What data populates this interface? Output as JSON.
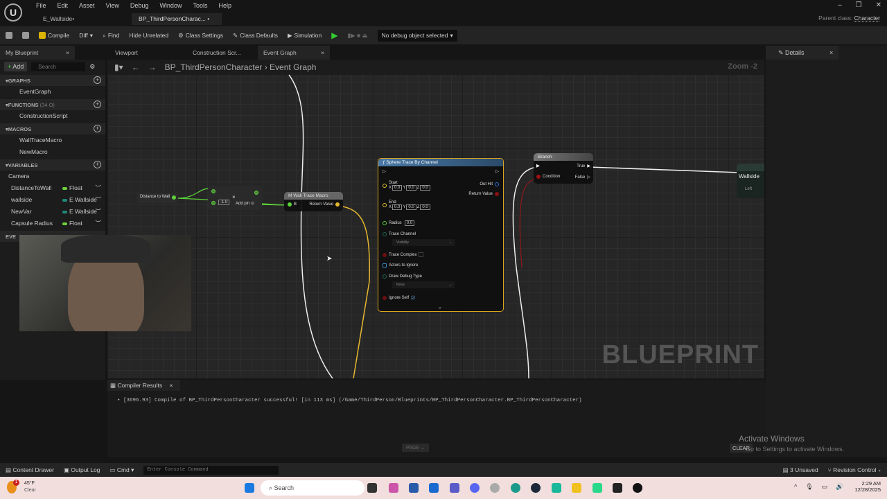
{
  "menu": [
    "File",
    "Edit",
    "Asset",
    "View",
    "Debug",
    "Window",
    "Tools",
    "Help"
  ],
  "doc_tabs": [
    "E_Wallside•",
    "BP_ThirdPersonCharac... •"
  ],
  "parent_class": {
    "label": "Parent class:",
    "value": "Character"
  },
  "toolbar": {
    "compile": "Compile",
    "diff": "Diff",
    "find": "Find",
    "hide_unrelated": "Hide Unrelated",
    "class_settings": "Class Settings",
    "class_defaults": "Class Defaults",
    "simulation": "Simulation",
    "debug_object": "No debug object selected"
  },
  "panel_tabs": {
    "my_blueprint": "My Blueprint",
    "viewport": "Viewport",
    "construction": "Construction Scr...",
    "event_graph": "Event Graph",
    "details": "Details"
  },
  "left": {
    "add": "Add",
    "search_placeholder": "Search",
    "graphs_label": "GRAPHS",
    "graphs": [
      "EventGraph"
    ],
    "functions_label": "FUNCTIONS",
    "functions_count": "(34 O)",
    "functions": [
      "ConstructionScript"
    ],
    "macros_label": "MACROS",
    "macros": [
      "WallTraceMacro",
      "NewMacro"
    ],
    "variables_label": "VARIABLES",
    "var_category": "Camera",
    "variables": [
      {
        "name": "DistanceToWall",
        "type": "Float",
        "color": "#6cd13a"
      },
      {
        "name": "wallside",
        "type": "E Wallside",
        "color": "#1f8a7a"
      },
      {
        "name": "NewVar",
        "type": "E Wallside",
        "color": "#1f8a7a"
      },
      {
        "name": "Capsule Radius",
        "type": "Float",
        "color": "#6cd13a"
      }
    ],
    "event_dispatchers_label": "EVE"
  },
  "graph": {
    "breadcrumb_root": "BP_ThirdPersonCharacter",
    "breadcrumb_leaf": "Event Graph",
    "zoom": "Zoom -2",
    "watermark": "BLUEPRINT",
    "var_node": "Distance to Wall",
    "add_node": {
      "value": "-1.0",
      "add_pin": "Add pin"
    },
    "macro_node": {
      "title": "Wall Trace Macro",
      "input": "B",
      "output": "Return Value"
    },
    "sphere": {
      "title": "Sphere Trace By Channel",
      "start": "Start",
      "end": "End",
      "radius": "Radius",
      "radius_val": "0.0",
      "vec": "0.0",
      "trace_channel": "Trace Channel",
      "trace_channel_val": "Visibility",
      "trace_complex": "Trace Complex",
      "actors": "Actors to Ignore",
      "draw_debug": "Draw Debug Type",
      "draw_debug_val": "None",
      "ignore_self": "Ignore Self",
      "out_hit": "Out Hit",
      "return_value": "Return Value"
    },
    "branch": {
      "title": "Branch",
      "condition": "Condition",
      "true": "True",
      "false": "False"
    },
    "wallside_node": {
      "title": "Wallside",
      "value": "Left"
    }
  },
  "compiler": {
    "tab": "Compiler Results",
    "message": "[3696.93] Compile of BP_ThirdPersonCharacter successful! [in 113 ms] (/Game/ThirdPerson/Blueprints/BP_ThirdPersonCharacter.BP_ThirdPersonCharacter)",
    "page": "PAGE",
    "clear": "CLEAR"
  },
  "activate": {
    "title": "Activate Windows",
    "sub": "Go to Settings to activate Windows."
  },
  "bottom": {
    "content_drawer": "Content Drawer",
    "output_log": "Output Log",
    "cmd": "Cmd",
    "console_placeholder": "Enter Console Command",
    "unsaved": "3 Unsaved",
    "revision": "Revision Control"
  },
  "taskbar": {
    "temp": "45°F",
    "weather": "Clear",
    "search": "Search",
    "time": "2:29 AM",
    "date": "12/28/2025",
    "badge": "1"
  }
}
